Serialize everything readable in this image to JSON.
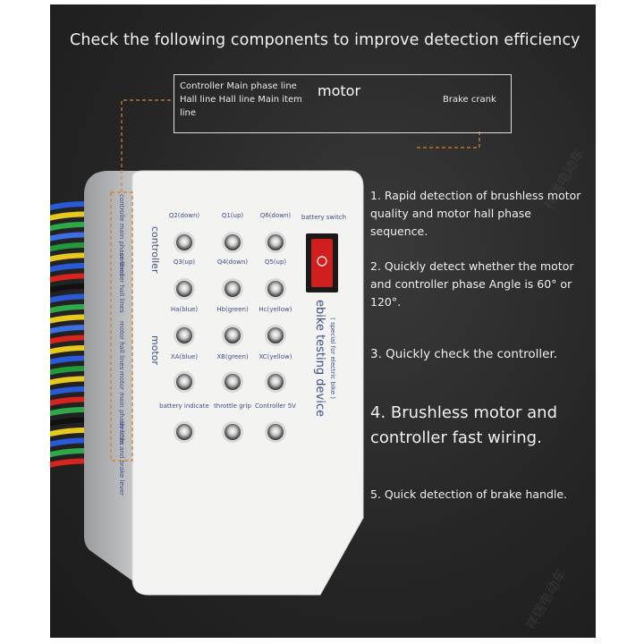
{
  "headline": "Check the following components to improve detection efficiency",
  "callout": {
    "controller_lines": "Controller Main phase line Hall line Hall line Main item line",
    "motor": "motor",
    "brake": "Brake crank"
  },
  "device": {
    "title": "ebike testing device",
    "subtitle": "( special for electric bike )",
    "side_controller": "controller",
    "side_motor": "motor",
    "strip_labels": [
      "controlle main phase lines",
      "controller hall lines",
      "motor hall lines",
      "motor main phase lines",
      "throttle and brake lever"
    ],
    "battery_switch": "battery switch",
    "leds": [
      [
        "Q2(down)",
        "Q1(up)",
        "Q6(down)"
      ],
      [
        "Q3(up)",
        "Q4(down)",
        "Q5(up)"
      ],
      [
        "Ha(blue)",
        "Hb(green)",
        "Hc(yellow)"
      ],
      [
        "XA(blue)",
        "XB(green)",
        "XC(yellow)"
      ],
      [
        "battery indicate",
        "throttle grip",
        "Controller 5V"
      ]
    ]
  },
  "features": [
    "1. Rapid detection of brushless motor quality and motor hall phase sequence.",
    "2. Quickly detect whether the motor and controller phase Angle is 60° or 120°.",
    "3. Quickly check the controller.",
    "4. Brushless motor and controller fast wiring.",
    "5. Quick detection of brake handle."
  ],
  "colors": {
    "background": "#262626",
    "device_body": "#f3f3f1",
    "accent_orange": "#d9832b",
    "switch_red": "#d21e1e"
  }
}
